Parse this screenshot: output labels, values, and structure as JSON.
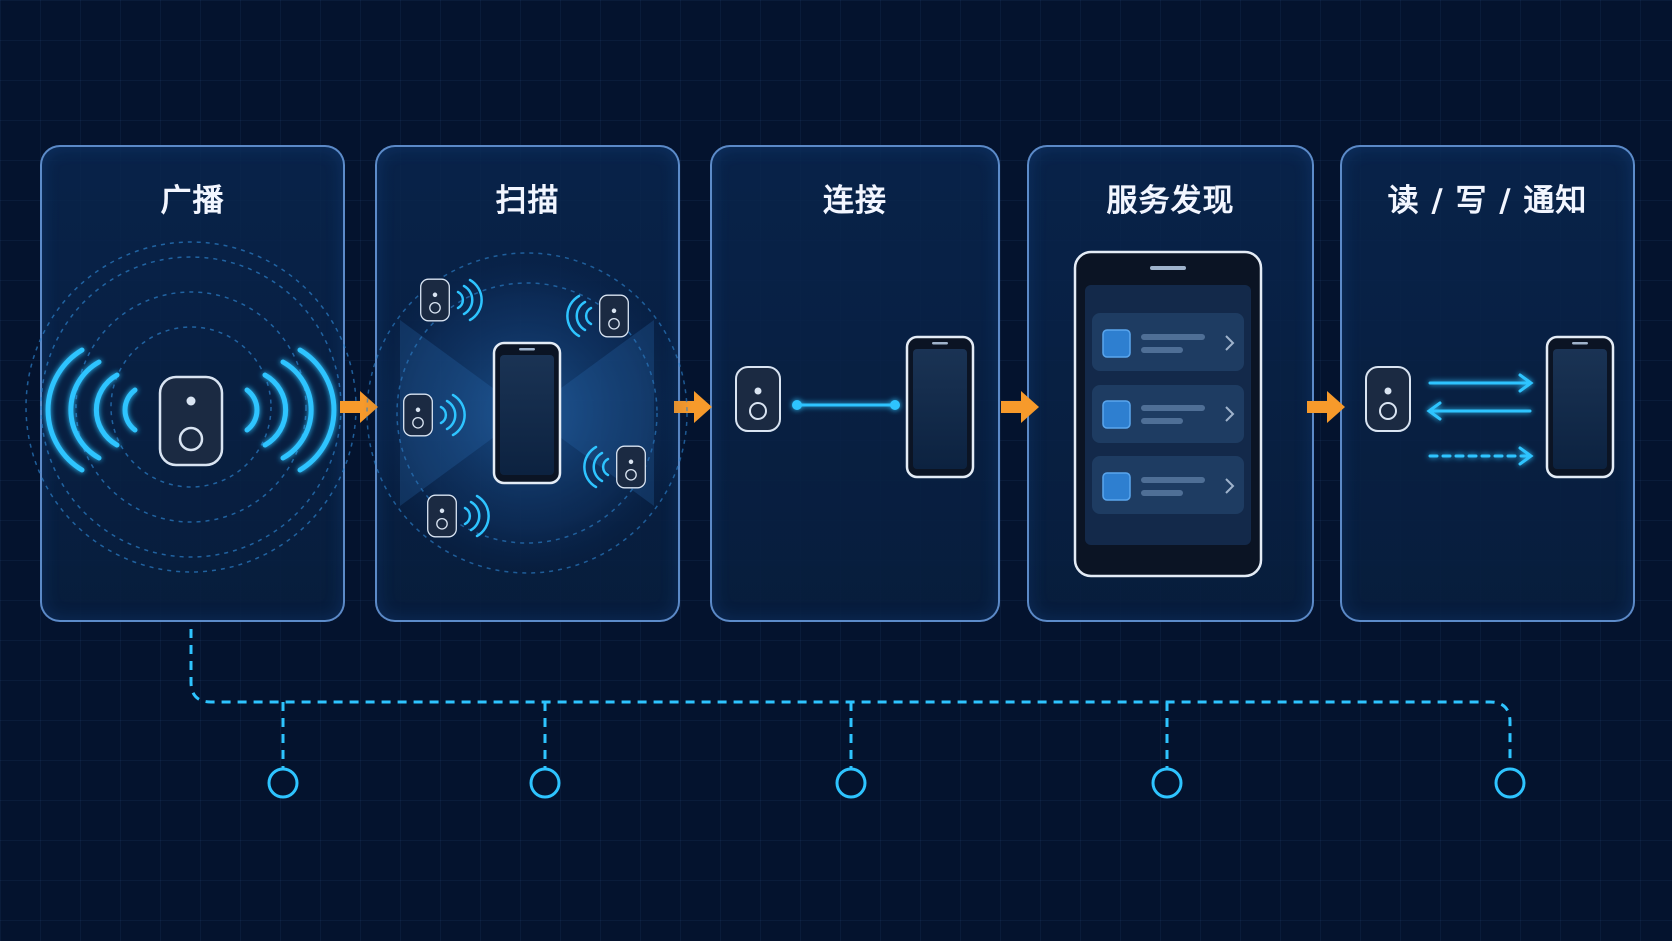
{
  "steps": [
    {
      "title": "广播"
    },
    {
      "title": "扫描"
    },
    {
      "title": "连接"
    },
    {
      "title": "服务发现"
    },
    {
      "title": "读 / 写 / 通知"
    }
  ],
  "colors": {
    "background": "#04132e",
    "panel_border": "#78aff5",
    "cyan": "#2ec4ff",
    "arrow": "#f79a2b",
    "service_square": "#2e7fd0"
  },
  "icons": {
    "device": "ble-device-icon",
    "phone": "phone-icon",
    "flow_arrow": "arrow-right-icon",
    "chevron": "chevron-right-icon"
  },
  "service_list_count": 3
}
